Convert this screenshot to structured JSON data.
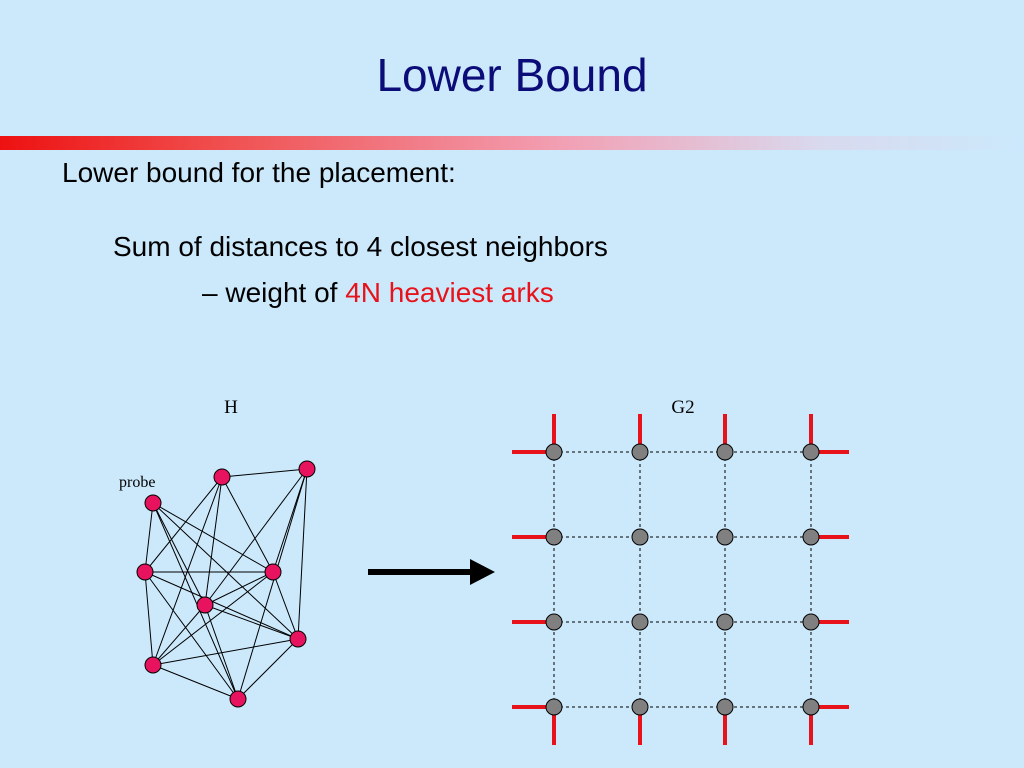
{
  "slide": {
    "title": "Lower Bound",
    "subtitle": "Lower bound for the placement:",
    "formula_line1": "Sum of distances to 4 closest neighbors",
    "formula_line2_prefix": "– weight of ",
    "formula_line2_highlight": "4N heaviest arks"
  },
  "graph_h": {
    "label": "H",
    "probe_label": "probe",
    "node_count": 9
  },
  "graph_g2": {
    "label": "G2",
    "rows": 4,
    "cols": 4
  },
  "colors": {
    "background": "#cce9fc",
    "title": "#0c0c78",
    "highlight": "#e8131a",
    "h_node": "#e8135f",
    "g2_node": "#808080",
    "g2_stub": "#e8131a"
  }
}
